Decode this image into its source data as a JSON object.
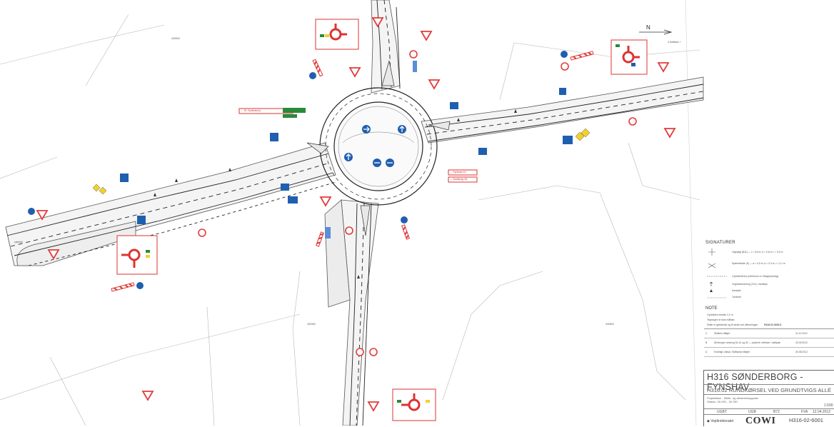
{
  "north_label": "N",
  "signatures": {
    "title": "SIGNATURER",
    "rows": [
      "Vigepligt (B11) — i = 0,6 m, b = 0,6 m, l = 0,9 m",
      "Spærreflade (S) — a = 0,5 m, b = 0,3 m, l = 3,1 m",
      "Cykelsti/fortov (reference m. tilbagerykning)",
      "Vognbaneretning (V11) / kantlinje",
      "Kantpæl",
      "Jordvold"
    ]
  },
  "note": {
    "title": "NOTE",
    "lines": [
      "Cykelstien bredde 2,2 m",
      "Tegningen er ikke målfast",
      "Skilte er gældende og til stede ved afleveringen"
    ],
    "ref": "H316.02.3026-5"
  },
  "revisions": [
    {
      "letter": "C",
      "text": "Skiltene tilføjet",
      "date": "11.12.2012"
    },
    {
      "letter": "B",
      "text": "Ændringer omkring 51-41 og 52 — justeret; rettelser i skiltplan",
      "date": "20.09.2012"
    },
    {
      "letter": "A",
      "text": "Endeligt Udbud, Skilteplan tilføjet",
      "date": "30.08.2012"
    }
  ],
  "titleblock": {
    "title": "H316 SØNDERBORG - FYNSHAV",
    "subtitle": "H316.02 RUNDKØRSEL VED GRUNDTVIGS ALLÉ",
    "desc1": "Projektfase - Skilte- og afmærkningsplan",
    "desc2": "Station: 30.000 - 30.780",
    "scale": "1:500",
    "initials_a": "UGBT",
    "initials_b": "UGB",
    "org": "Vejdirektoratet",
    "company": "COWI",
    "drawing_no": "H316-02-6001",
    "date": "12.04.2012",
    "checked": "FVA",
    "rev_code": "B72"
  },
  "road_labels": {
    "sign_west_1": "← Gl. Fynshavvej",
    "sign_east_1": "← Fynshav  10",
    "sign_east_2": "↔ Nordborg  18"
  }
}
